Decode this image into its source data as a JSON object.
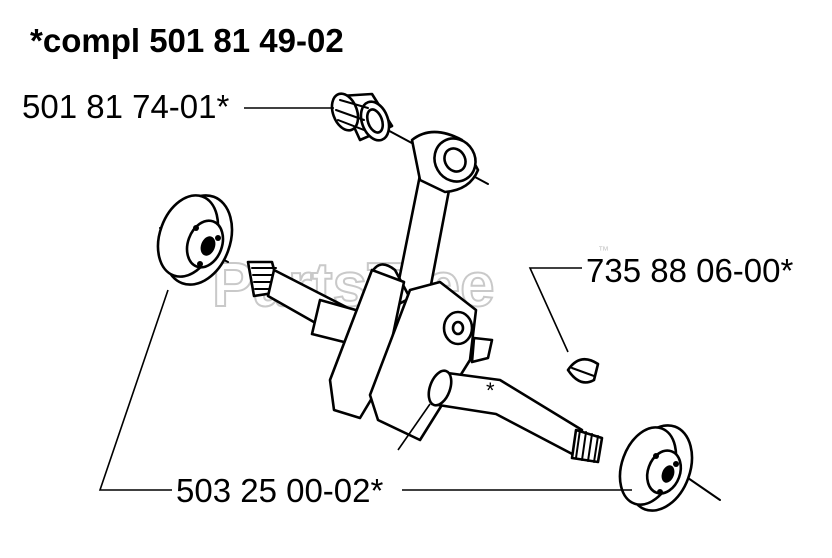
{
  "diagram": {
    "title": "*compl 501 81 49-02",
    "watermark": "PartsTree",
    "watermark_tm": "™",
    "callouts": {
      "needle_bearing": "501 81 74-01*",
      "woodruff_key": "735 88 06-00*",
      "ball_bearings": "503 25 00-02*"
    },
    "assembly_mark": "*"
  },
  "colors": {
    "ink": "#000000",
    "watermark": "#c9c9c9",
    "background": "#ffffff"
  }
}
